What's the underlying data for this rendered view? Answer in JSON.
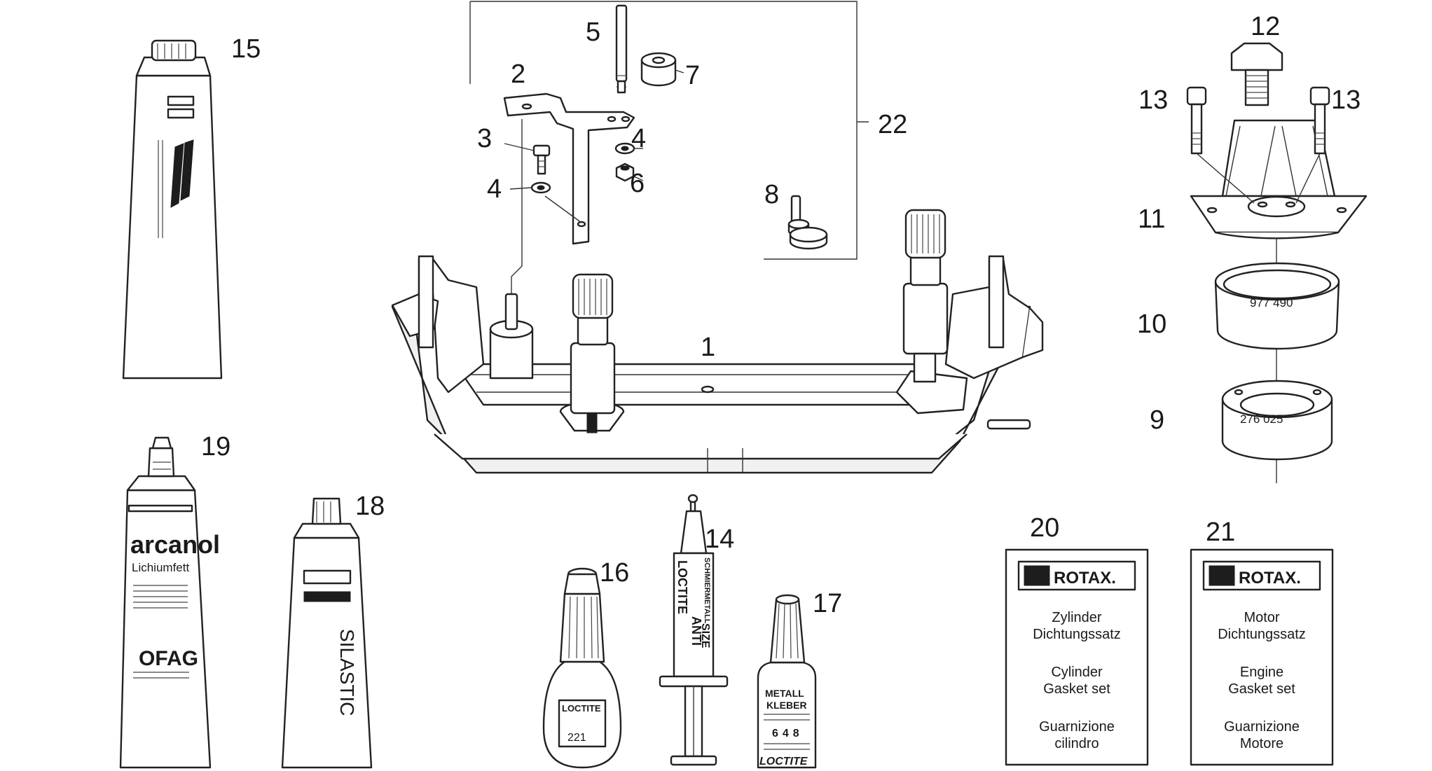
{
  "callouts": {
    "n1": "1",
    "n2": "2",
    "n3": "3",
    "n4a": "4",
    "n4b": "4",
    "n5": "5",
    "n6": "6",
    "n7": "7",
    "n8": "8",
    "n9": "9",
    "n10": "10",
    "n11": "11",
    "n12": "12",
    "n13a": "13",
    "n13b": "13",
    "n14": "14",
    "n15": "15",
    "n16": "16",
    "n17": "17",
    "n18": "18",
    "n19": "19",
    "n20": "20",
    "n21": "21",
    "n22": "22"
  },
  "rings": {
    "ring_10_code": "977 490",
    "ring_9_code": "276 025"
  },
  "tube_19": {
    "brand": "arcanol",
    "sub": "Lichiumfett",
    "logo": "OFAG"
  },
  "tube_18": {
    "label": "SILASTIC"
  },
  "bottle_16": {
    "brand": "LOCTITE",
    "code": "221"
  },
  "syringe_14": {
    "brand": "LOCTITE",
    "line1": "ANTI",
    "line2": "SIZE",
    "line3": "SCHMIERMETALL"
  },
  "bottle_17": {
    "line1": "METALL",
    "line2": "KLEBER",
    "code": "648",
    "brand": "LOCTITE"
  },
  "card_20": {
    "logo": "ROTAX.",
    "de1": "Zylinder",
    "de2": "Dichtungssatz",
    "en1": "Cylinder",
    "en2": "Gasket set",
    "it1": "Guarnizione",
    "it2": "cilindro"
  },
  "card_21": {
    "logo": "ROTAX.",
    "de1": "Motor",
    "de2": "Dichtungssatz",
    "en1": "Engine",
    "en2": "Gasket set",
    "it1": "Guarnizione",
    "it2": "Motore"
  }
}
